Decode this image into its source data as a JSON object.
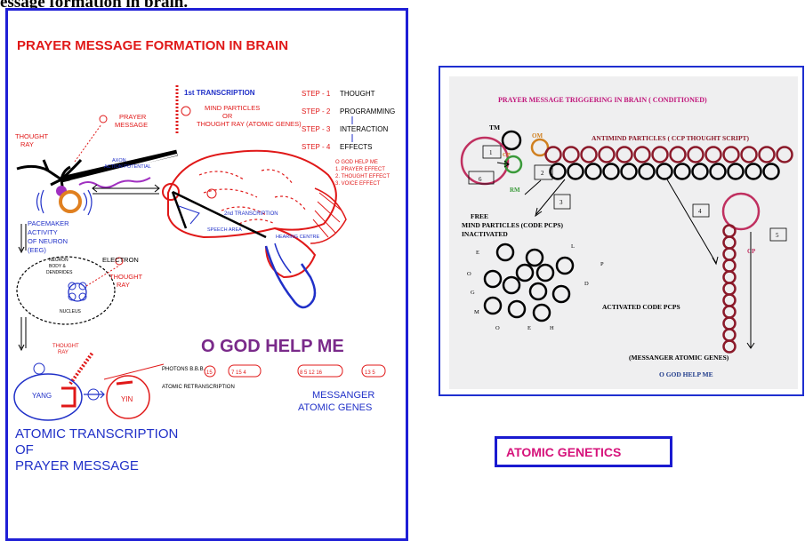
{
  "page_heading": "essage formation in brain.",
  "left_figure": {
    "title": "PRAYER MESSAGE FORMATION IN BRAIN",
    "first_transcription": "1st TRANSCRIPTION",
    "mind_particles": [
      "MIND PARTICLES",
      "OR",
      "THOUGHT RAY (ATOMIC GENES)"
    ],
    "prayer_message": [
      "PRAYER",
      "MESSAGE"
    ],
    "thought_ray": [
      "THOUGHT",
      "RAY"
    ],
    "axon_potential": [
      "AXON",
      "ACTION POTENTIAL"
    ],
    "steps": [
      {
        "step": "STEP - 1",
        "label": "THOUGHT"
      },
      {
        "step": "STEP - 2",
        "label": "PROGRAMMING"
      },
      {
        "step": "STEP - 3",
        "label": "INTERACTION"
      },
      {
        "step": "STEP - 4",
        "label": "EFFECTS"
      }
    ],
    "effects": [
      "O GOD HELP ME",
      "1. PRAYER EFFECT",
      "2. THOUGHT EFFECT",
      "3. VOICE EFFECT"
    ],
    "pacemaker": [
      "PACEMAKER",
      "ACTIVITY",
      "OF NEURON",
      "(EEG)"
    ],
    "neuron_text": [
      "NEURON",
      "BODY &",
      "DENDRIDES"
    ],
    "second_transcription": "2nd TRANSCRIPTION",
    "speech_area": "SPEECH AREA",
    "hearing_centre": "HEARING CENTRE",
    "electron": "ELECTRON",
    "nucleus": "NUCLEUS",
    "thought_ray_2": [
      "THOUGHT",
      "RAY"
    ],
    "thought_ray_3": [
      "THOUGHT",
      "RAY"
    ],
    "o_god": "O GOD HELP ME",
    "number_groups": [
      "15",
      "7 15 4",
      "8 5 12 16",
      "13 5"
    ],
    "photons": "PHOTONS B.B.B.",
    "atomic_retranscription": "ATOMIC RETRANSCRIPTION",
    "messanger": [
      "MESSANGER",
      "ATOMIC GENES"
    ],
    "yang": "YANG",
    "yin": "YIN",
    "atomic_transcription": [
      "ATOMIC TRANSCRIPTION",
      "OF",
      "PRAYER MESSAGE"
    ]
  },
  "right_figure": {
    "title": "PRAYER MESSAGE  TRIGGERING IN BRAIN ( CONDITIONED)",
    "tm": "TM",
    "om": "OM",
    "cp": "CP",
    "rm": "RM",
    "antimind": "ANTIMIND PARTICLES  ( CCP  THOUGHT SCRIPT)",
    "box_numbers": [
      "1",
      "2",
      "3",
      "4",
      "5",
      "6"
    ],
    "free_mind": [
      "FREE",
      "MIND  PARTICLES (CODE PCPS)",
      "INACTIVATED"
    ],
    "letters": [
      "E",
      "L",
      "P",
      "O",
      "G",
      "D",
      "M",
      "O",
      "E",
      "H"
    ],
    "activated": "ACTIVATED CODE PCPS",
    "cp_right": "CP",
    "messanger": "(MESSANGER ATOMIC GENES)",
    "o_god": "O GOD HELP ME"
  },
  "atomic_genetics": "ATOMIC GENETICS",
  "colors": {
    "frame_blue": "#1f1fd6",
    "red": "#e01818",
    "blue": "#2030c8",
    "maroon": "#8b1a2a",
    "magenta": "#d6137b",
    "purple": "#7a2a8a"
  }
}
